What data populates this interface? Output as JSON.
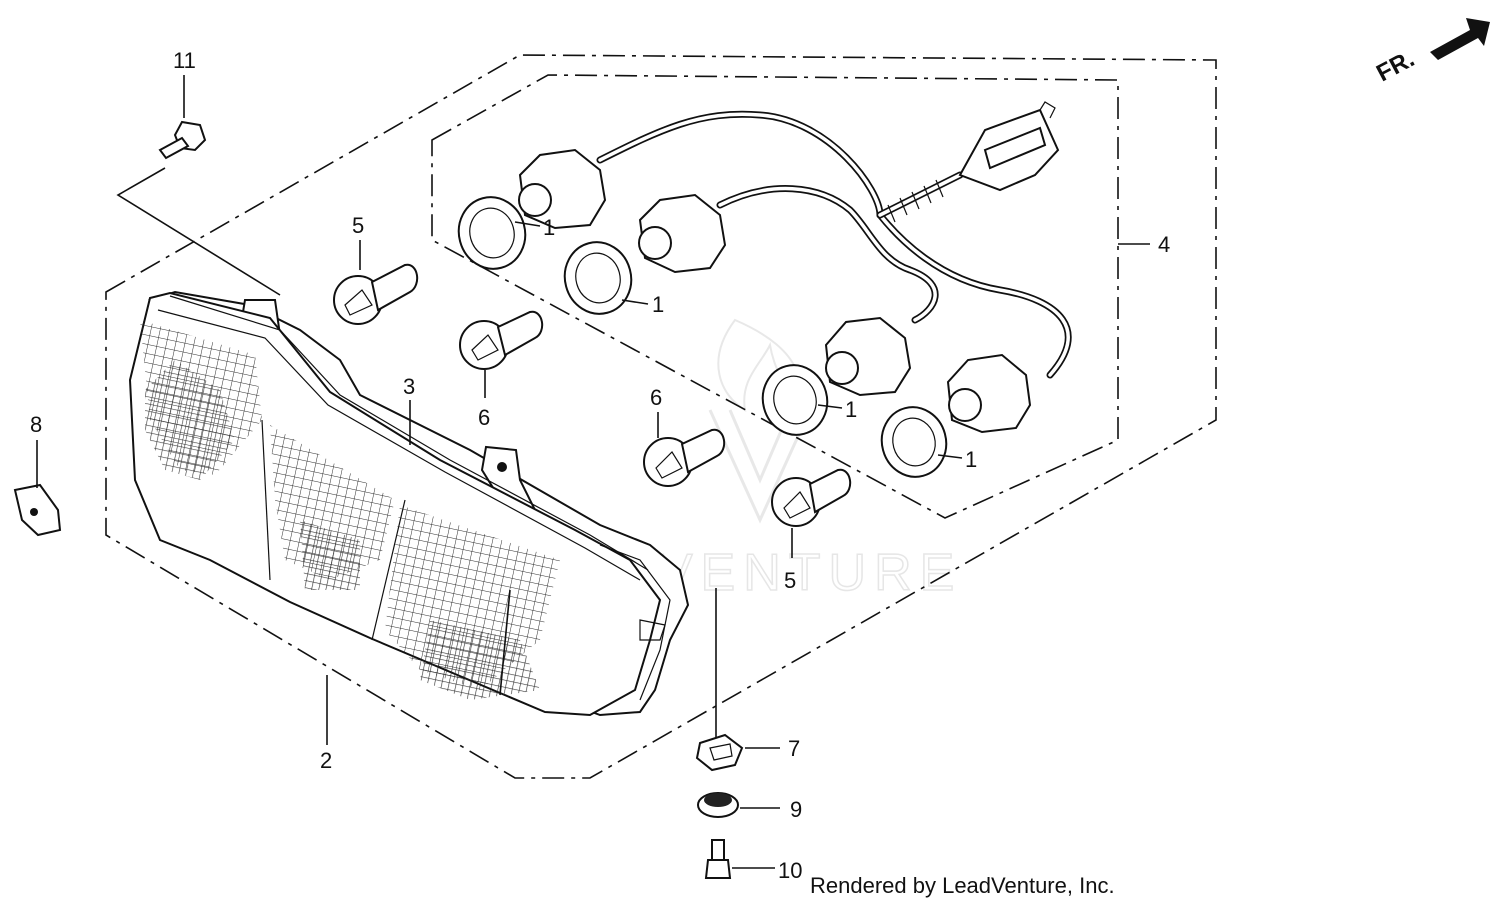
{
  "callouts": [
    "1",
    "2",
    "3",
    "4",
    "5",
    "6",
    "7",
    "8",
    "9",
    "10",
    "11"
  ],
  "direction_label": "FR.",
  "watermark": "LEADVENTURE",
  "credit": "Rendered by LeadVenture, Inc."
}
